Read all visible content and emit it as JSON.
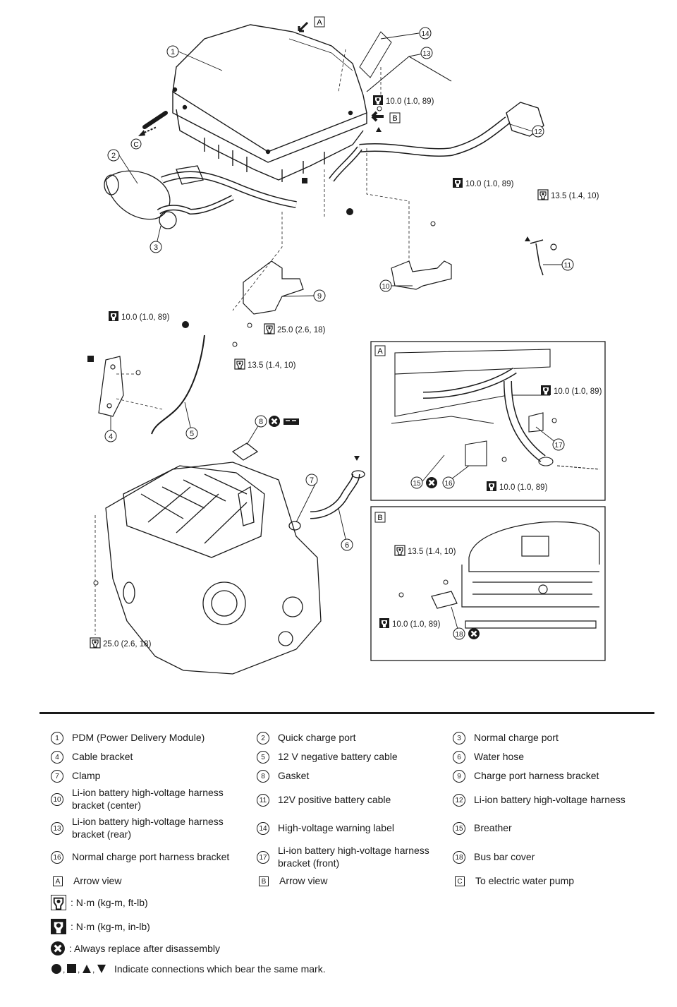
{
  "diagram": {
    "view_a_label": "A",
    "view_b_label": "B",
    "view_c_label": "C",
    "callouts": [
      "1",
      "2",
      "3",
      "4",
      "5",
      "6",
      "7",
      "8",
      "9",
      "10",
      "11",
      "12",
      "13",
      "14",
      "15",
      "16",
      "17",
      "18"
    ],
    "torques": {
      "t13": "10.0 (1.0, 89)",
      "t10": "10.0 (1.0, 89)",
      "t11": "13.5 (1.4, 10)",
      "t4": "10.0 (1.0, 89)",
      "t9": "25.0 (2.6, 18)",
      "t5": "13.5 (1.4, 10)",
      "tbase": "25.0 (2.6, 18)",
      "ta1": "10.0 (1.0, 89)",
      "ta2": "10.0 (1.0, 89)",
      "tb1": "13.5 (1.4, 10)",
      "tb2": "10.0 (1.0, 89)"
    }
  },
  "legend": {
    "items": [
      {
        "num": "1",
        "label": "PDM (Power Delivery Module)"
      },
      {
        "num": "2",
        "label": "Quick charge port"
      },
      {
        "num": "3",
        "label": "Normal charge port"
      },
      {
        "num": "4",
        "label": "Cable bracket"
      },
      {
        "num": "5",
        "label": "12 V negative battery cable"
      },
      {
        "num": "6",
        "label": "Water hose"
      },
      {
        "num": "7",
        "label": "Clamp"
      },
      {
        "num": "8",
        "label": "Gasket"
      },
      {
        "num": "9",
        "label": "Charge port harness bracket"
      },
      {
        "num": "10",
        "label": "Li-ion battery high-voltage harness bracket (center)"
      },
      {
        "num": "11",
        "label": "12V positive battery cable"
      },
      {
        "num": "12",
        "label": "Li-ion battery high-voltage harness"
      },
      {
        "num": "13",
        "label": "Li-ion battery high-voltage harness bracket (rear)"
      },
      {
        "num": "14",
        "label": "High-voltage warning label"
      },
      {
        "num": "15",
        "label": "Breather"
      },
      {
        "num": "16",
        "label": "Normal charge port harness bracket"
      },
      {
        "num": "17",
        "label": "Li-ion battery high-voltage harness bracket (front)"
      },
      {
        "num": "18",
        "label": "Bus bar cover"
      },
      {
        "num": "A",
        "label": "Arrow view"
      },
      {
        "num": "B",
        "label": "Arrow view"
      },
      {
        "num": "C",
        "label": "To electric water pump"
      }
    ],
    "symbols": {
      "ftlb": ": N·m (kg-m, ft-lb)",
      "inlb": ": N·m (kg-m, in-lb)",
      "replace": ": Always replace after disassembly",
      "marks": "Indicate connections which bear the same mark."
    }
  }
}
